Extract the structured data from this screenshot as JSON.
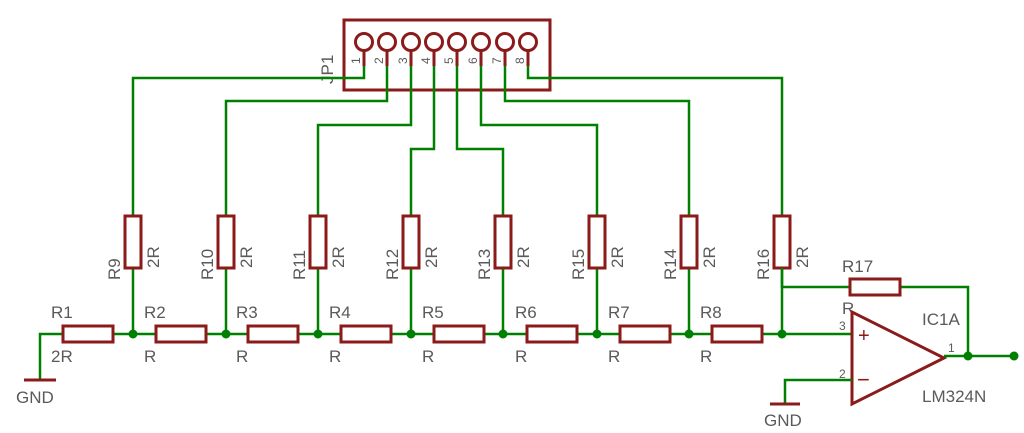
{
  "connector": {
    "ref": "JP1",
    "pins": [
      "1",
      "2",
      "3",
      "4",
      "5",
      "6",
      "7",
      "8"
    ]
  },
  "ladder": [
    {
      "ref": "R1",
      "value": "2R"
    },
    {
      "ref": "R2",
      "value": "R"
    },
    {
      "ref": "R3",
      "value": "R"
    },
    {
      "ref": "R4",
      "value": "R"
    },
    {
      "ref": "R5",
      "value": "R"
    },
    {
      "ref": "R6",
      "value": "R"
    },
    {
      "ref": "R7",
      "value": "R"
    },
    {
      "ref": "R8",
      "value": "R"
    }
  ],
  "legs": [
    {
      "ref": "R9",
      "value": "2R"
    },
    {
      "ref": "R10",
      "value": "2R"
    },
    {
      "ref": "R11",
      "value": "2R"
    },
    {
      "ref": "R12",
      "value": "2R"
    },
    {
      "ref": "R13",
      "value": "2R"
    },
    {
      "ref": "R15",
      "value": "2R"
    },
    {
      "ref": "R14",
      "value": "2R"
    },
    {
      "ref": "R16",
      "value": "2R"
    }
  ],
  "feedback": {
    "ref": "R17",
    "value": "R"
  },
  "opamp": {
    "ref": "IC1A",
    "part": "LM324N",
    "pin_noninv": "3",
    "pin_inv": "2",
    "pin_out": "1",
    "plus": "+",
    "minus": "−"
  },
  "grounds": [
    "GND",
    "GND"
  ]
}
